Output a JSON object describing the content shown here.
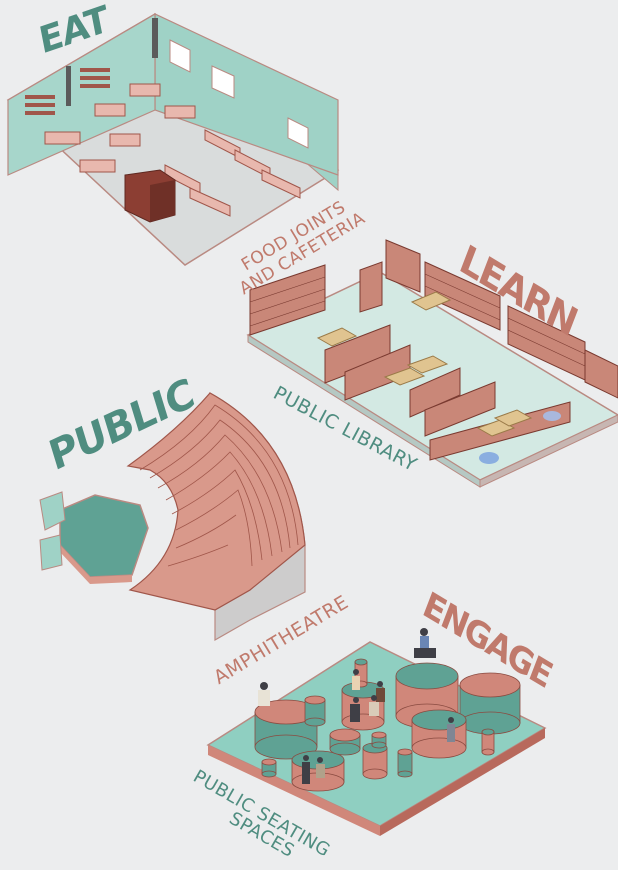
{
  "colors": {
    "teal": "#8ccbbd",
    "teal_dark": "#5aa293",
    "salmon": "#d2877a",
    "salmon_dark": "#a0564a",
    "heading_teal": "#4f8d80",
    "heading_salmon": "#c07a6c",
    "background": "#ecedee"
  },
  "zones": [
    {
      "heading": "EAT",
      "caption_lines": [
        "FOOD JOINTS",
        "AND CAFETERIA"
      ]
    },
    {
      "heading": "LEARN",
      "caption_lines": [
        "PUBLIC LIBRARY"
      ]
    },
    {
      "heading": "PUBLIC",
      "caption_lines": [
        "AMPHITHEATRE"
      ]
    },
    {
      "heading": "ENGAGE",
      "caption_lines": [
        "PUBLIC SEATING",
        "SPACES"
      ]
    }
  ]
}
